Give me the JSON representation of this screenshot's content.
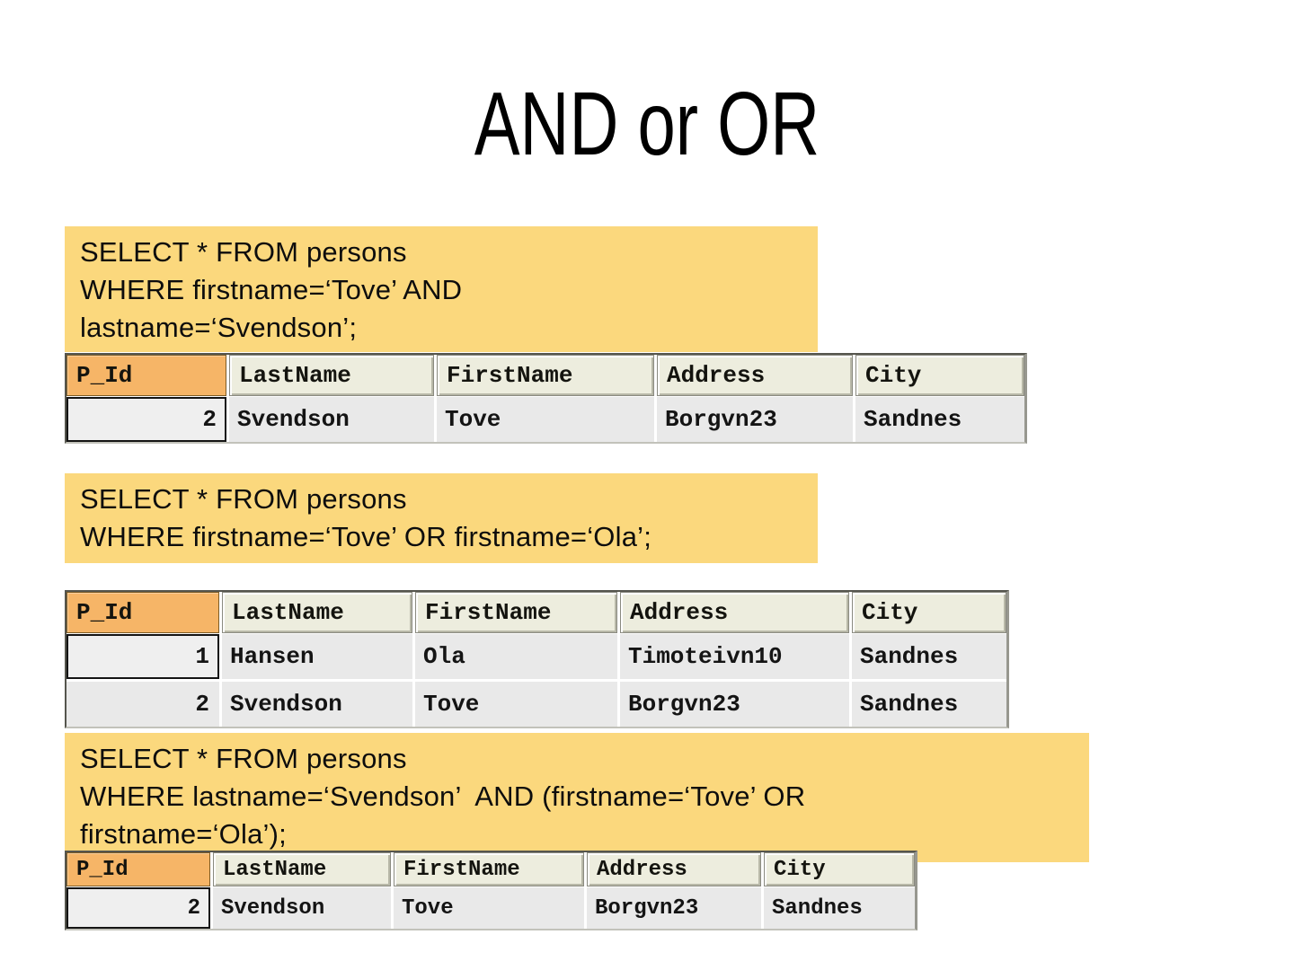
{
  "slide": {
    "title": "AND or OR"
  },
  "colors": {
    "highlight_yellow": "#FBD87D",
    "selected_column_orange": "#F6B567",
    "header_beige": "#EDEDDE",
    "cell_gray": "#E9E9E9",
    "text_black": "#0d0d0d"
  },
  "queries": [
    {
      "lines": [
        "SELECT * FROM persons",
        "WHERE firstname=‘Tove’ AND",
        "lastname=‘Svendson’;"
      ]
    },
    {
      "lines": [
        "SELECT * FROM persons",
        "WHERE firstname=‘Tove’ OR firstname=‘Ola’;"
      ]
    },
    {
      "lines": [
        "SELECT * FROM persons",
        "WHERE lastname=‘Svendson’  AND (firstname=‘Tove’ OR",
        "firstname=‘Ola’);"
      ]
    }
  ],
  "tables": [
    {
      "headers": [
        "P_Id",
        "LastName",
        "FirstName",
        "Address",
        "City"
      ],
      "rows": [
        [
          "2",
          "Svendson",
          "Tove",
          "Borgvn23",
          "Sandnes"
        ]
      ]
    },
    {
      "headers": [
        "P_Id",
        "LastName",
        "FirstName",
        "Address",
        "City"
      ],
      "rows": [
        [
          "1",
          "Hansen",
          "Ola",
          "Timoteivn10",
          "Sandnes"
        ],
        [
          "2",
          "Svendson",
          "Tove",
          "Borgvn23",
          "Sandnes"
        ]
      ]
    },
    {
      "headers": [
        "P_Id",
        "LastName",
        "FirstName",
        "Address",
        "City"
      ],
      "rows": [
        [
          "2",
          "Svendson",
          "Tove",
          "Borgvn23",
          "Sandnes"
        ]
      ]
    }
  ]
}
